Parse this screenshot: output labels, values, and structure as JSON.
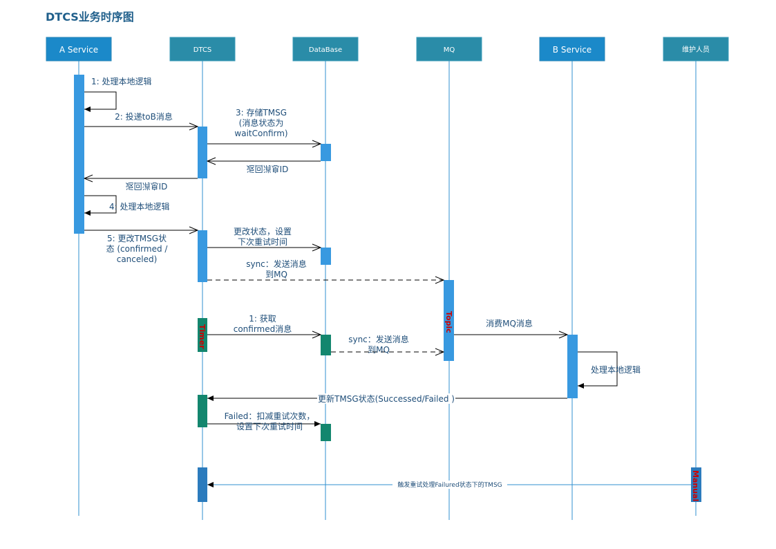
{
  "title": "DTCS业务时序图",
  "colors": {
    "header_fill": "#2a8ca8",
    "header_fill_alt": "#1b89c9",
    "activation_blue": "#3899e0",
    "activation_green": "#13866e",
    "activation_darkblue": "#2b7bbd",
    "lifeline": "#2f8fcf",
    "label_red": "#cc0000"
  },
  "participants": [
    {
      "name": "A Service"
    },
    {
      "name": "DTCS"
    },
    {
      "name": "DataBase"
    },
    {
      "name": "MQ"
    },
    {
      "name": "B Service"
    },
    {
      "name": "维护人员"
    }
  ],
  "messages": {
    "m1": "1: 处理本地逻辑",
    "m2": "2: 投递toB消息",
    "m3_l1": "3: 存储TMSG",
    "m3_l2": "(消息状态为",
    "m3_l3": "waitConfirm)",
    "ret_db": "返回消息ID",
    "ret_dtcs": "返回消息ID",
    "m4": "4: 处理本地逻辑",
    "m5_l1": "5: 更改TMSG状",
    "m5_l2": "态 (confirmed /",
    "m5_l3": "canceled)",
    "upd_l1": "更改状态，设置",
    "upd_l2": "下次重试时间",
    "sync1_l1": "sync：发送消息",
    "sync1_l2": "到MQ",
    "fetch_l1": "1: 获取",
    "fetch_l2": "confirmed消息",
    "sync2_l1": "sync：发送消息",
    "sync2_l2": "到MQ",
    "consume": "消费MQ消息",
    "b_local": "处理本地逻辑",
    "update_status": "更新TMSG状态(Successed/Failed )",
    "failed_l1": "Failed：扣减重试次数，",
    "failed_l2": "设置下次重试时间",
    "manual_trigger": "触发重试处理Failured状态下的TMSG"
  },
  "activation_labels": {
    "timer": "Timer",
    "topic": "Topic",
    "manual": "Manual"
  }
}
